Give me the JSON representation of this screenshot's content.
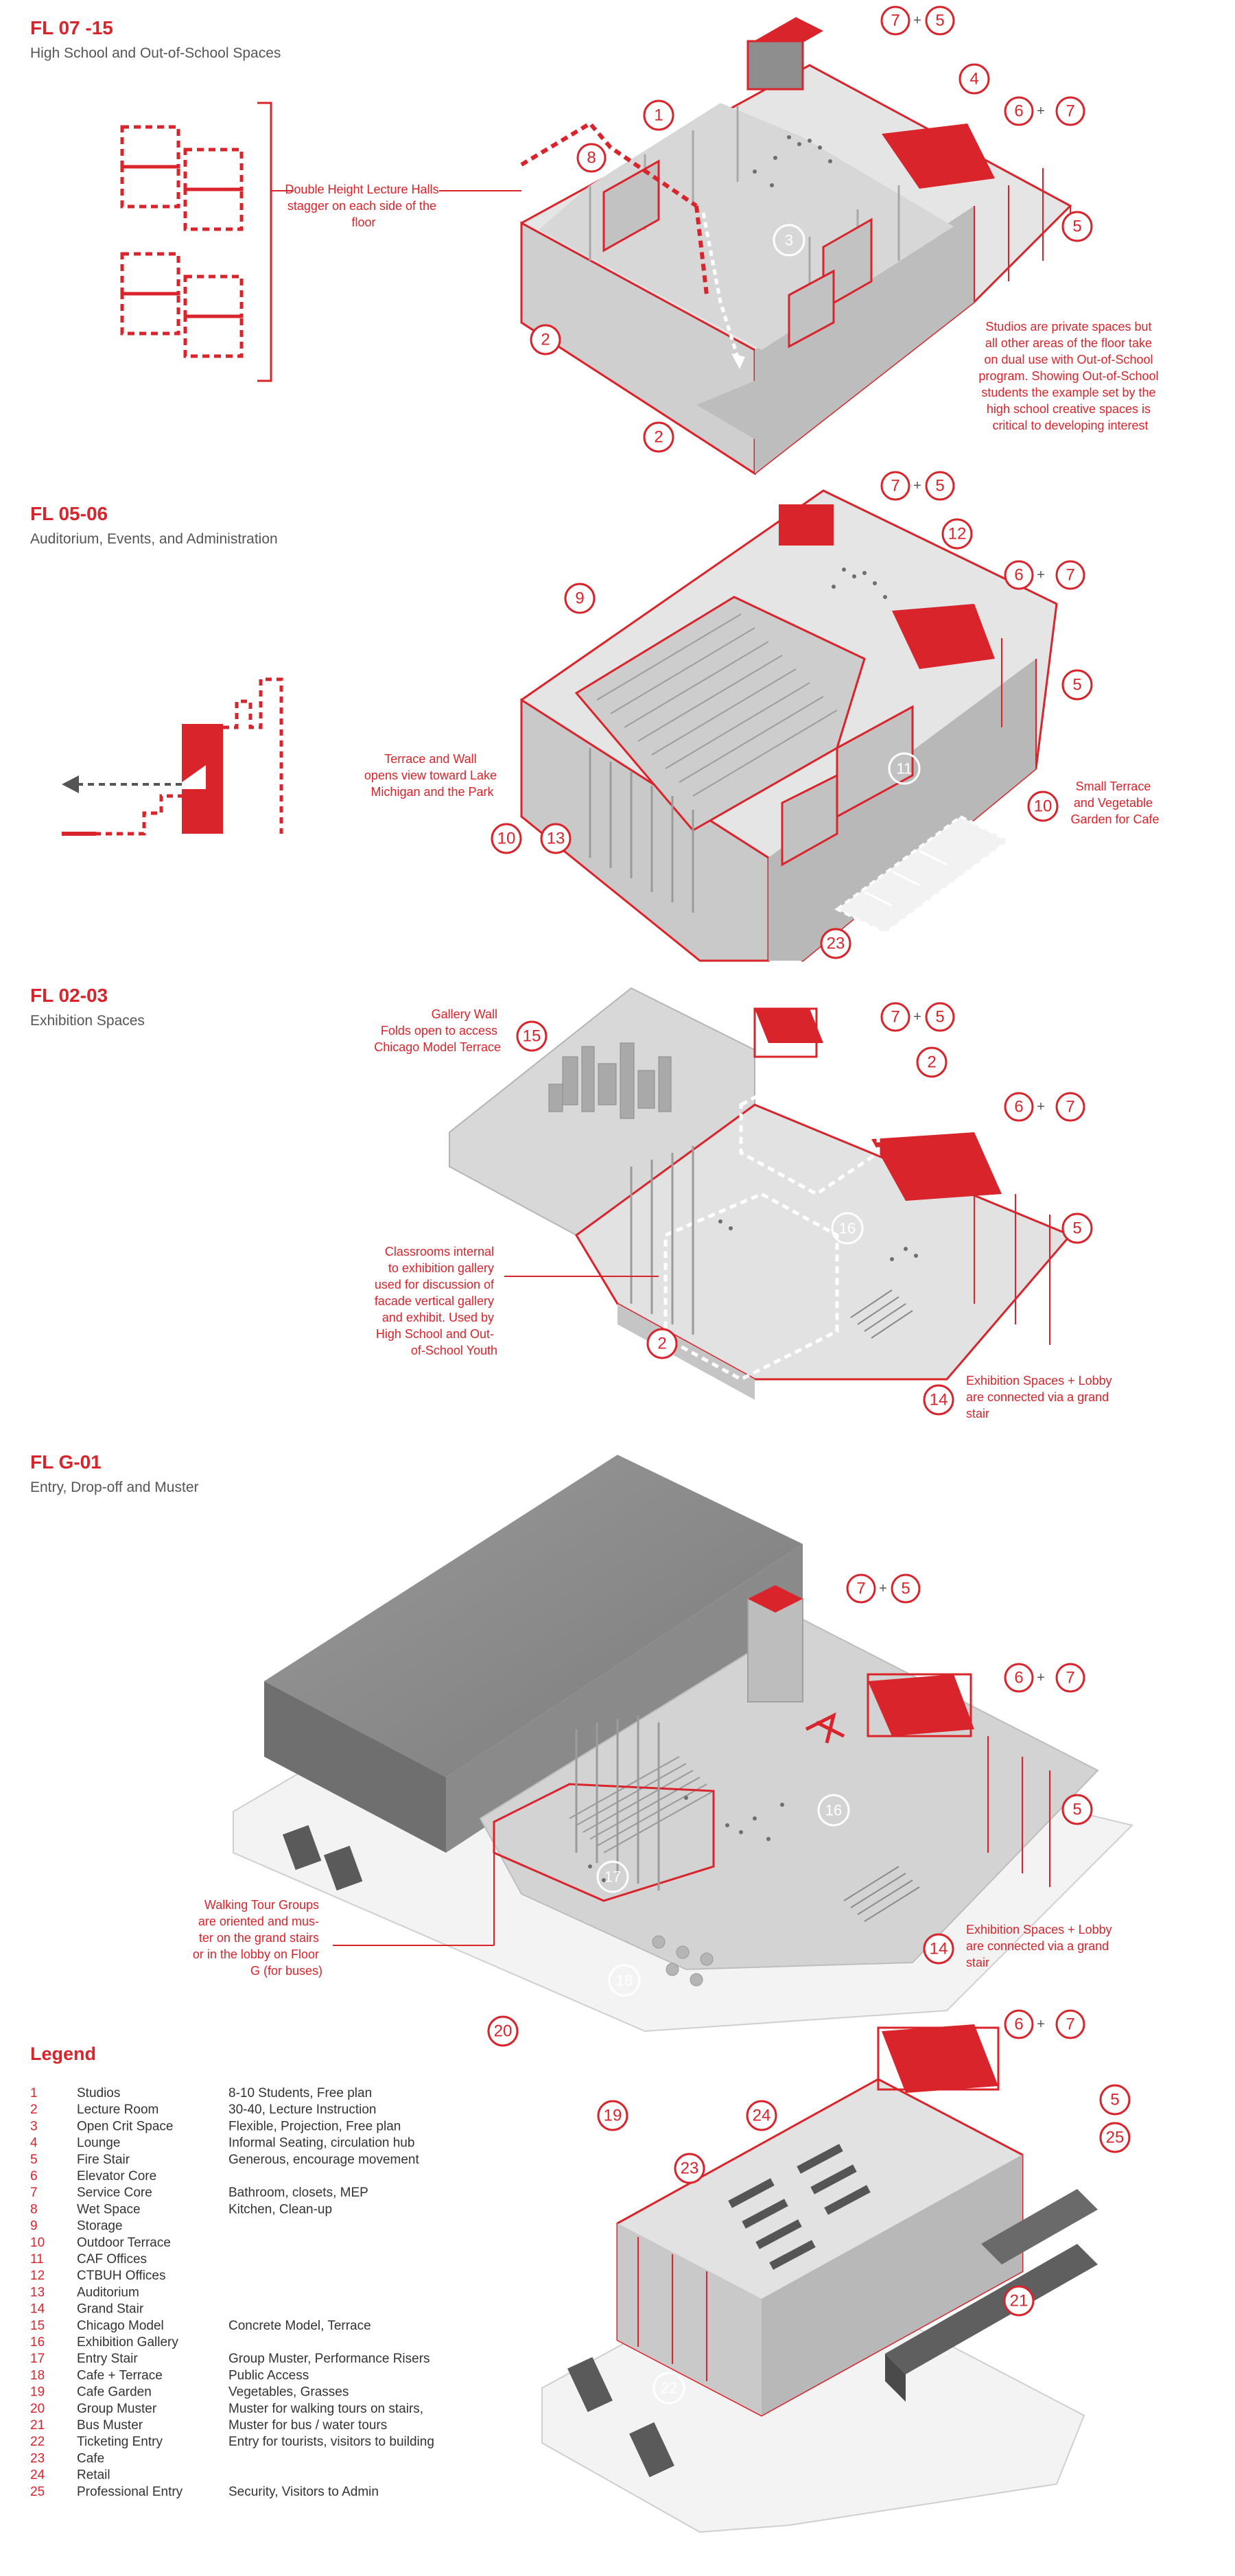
{
  "floors": [
    {
      "title": "FL 07 -15",
      "subtitle": "High School and Out-of-School Spaces"
    },
    {
      "title": "FL 05-06",
      "subtitle": "Auditorium, Events, and Administration"
    },
    {
      "title": "FL 02-03",
      "subtitle": "Exhibition Spaces"
    },
    {
      "title": "FL G-01",
      "subtitle": "Entry, Drop-off and Muster"
    }
  ],
  "notes": {
    "lecture_halls": [
      "Double Height Lecture Halls",
      "stagger on each  side of the",
      "floor"
    ],
    "studios": [
      "Studios are private spaces but",
      "all other areas of the floor take",
      "on dual use with Out-of-School",
      "program. Showing Out-of-School",
      "students the example set by the",
      "high school creative spaces is",
      "critical to developing interest"
    ],
    "terrace_wall": [
      "Terrace and Wall",
      "opens view toward Lake",
      "Michigan and the Park"
    ],
    "small_terrace": [
      "Small Terrace",
      "and Vegetable",
      "Garden for Cafe"
    ],
    "gallery_wall": [
      "Gallery Wall",
      "Folds open to access",
      "Chicago Model Terrace"
    ],
    "classrooms": [
      "Classrooms internal",
      "to exhibition gallery",
      "used for discussion of",
      "facade vertical gallery",
      "and exhibit. Used by",
      "High School and Out-",
      "of-School Youth"
    ],
    "exhibition_lobby": [
      "Exhibition Spaces + Lobby",
      "are connected via a grand",
      "stair"
    ],
    "exhibition_lobby_2": [
      "Exhibition Spaces + Lobby",
      "are connected via a grand",
      "stair"
    ],
    "walking_tour": [
      "Walking Tour Groups",
      "are oriented and mus-",
      "ter on the grand stairs",
      "or in the lobby on Floor",
      "G (for buses)"
    ]
  },
  "badges": {
    "b1": "1",
    "b2": "2",
    "b3": "3",
    "b4": "4",
    "b5": "5",
    "b6": "6",
    "b7": "7",
    "b8": "8",
    "b9": "9",
    "b10": "10",
    "b11": "11",
    "b12": "12",
    "b13": "13",
    "b14": "14",
    "b15": "15",
    "b16": "16",
    "b17": "17",
    "b18": "18",
    "b19": "19",
    "b20": "20",
    "b21": "21",
    "b22": "22",
    "b23": "23",
    "b24": "24",
    "b25": "25",
    "plus": "+"
  },
  "legend": {
    "title": "Legend",
    "items": [
      {
        "num": "1",
        "name": "Studios",
        "desc": "8-10 Students, Free plan"
      },
      {
        "num": "2",
        "name": "Lecture Room",
        "desc": "30-40, Lecture Instruction"
      },
      {
        "num": "3",
        "name": "Open Crit Space",
        "desc": "Flexible, Projection, Free plan"
      },
      {
        "num": "4",
        "name": "Lounge",
        "desc": "Informal Seating, circulation hub"
      },
      {
        "num": "5",
        "name": "Fire Stair",
        "desc": "Generous, encourage movement"
      },
      {
        "num": "6",
        "name": "Elevator Core",
        "desc": ""
      },
      {
        "num": "7",
        "name": "Service Core",
        "desc": "Bathroom, closets, MEP"
      },
      {
        "num": "8",
        "name": "Wet Space",
        "desc": "Kitchen, Clean-up"
      },
      {
        "num": "9",
        "name": "Storage",
        "desc": ""
      },
      {
        "num": "10",
        "name": "Outdoor Terrace",
        "desc": ""
      },
      {
        "num": "11",
        "name": "CAF Offices",
        "desc": ""
      },
      {
        "num": "12",
        "name": "CTBUH Offices",
        "desc": ""
      },
      {
        "num": "13",
        "name": "Auditorium",
        "desc": ""
      },
      {
        "num": "14",
        "name": "Grand Stair",
        "desc": ""
      },
      {
        "num": "15",
        "name": "Chicago Model",
        "desc": "Concrete Model, Terrace"
      },
      {
        "num": "16",
        "name": "Exhibition Gallery",
        "desc": ""
      },
      {
        "num": "17",
        "name": "Entry Stair",
        "desc": "Group Muster, Performance Risers"
      },
      {
        "num": "18",
        "name": "Cafe + Terrace",
        "desc": "Public Access"
      },
      {
        "num": "19",
        "name": "Cafe Garden",
        "desc": "Vegetables, Grasses"
      },
      {
        "num": "20",
        "name": "Group Muster",
        "desc": "Muster for walking tours on stairs,"
      },
      {
        "num": "21",
        "name": "Bus Muster",
        "desc": "Muster for bus / water tours"
      },
      {
        "num": "22",
        "name": "Ticketing Entry",
        "desc": "Entry for tourists, visitors to building"
      },
      {
        "num": "23",
        "name": "Cafe",
        "desc": ""
      },
      {
        "num": "24",
        "name": "Retail",
        "desc": ""
      },
      {
        "num": "25",
        "name": "Professional Entry",
        "desc": "Security, Visitors to Admin"
      }
    ]
  },
  "colors": {
    "accent": "#d9242b",
    "building_light": "#dcdcdc",
    "building_mid": "#c4c4c4",
    "building_dark": "#8e8e8e",
    "ground": "#ededed"
  }
}
